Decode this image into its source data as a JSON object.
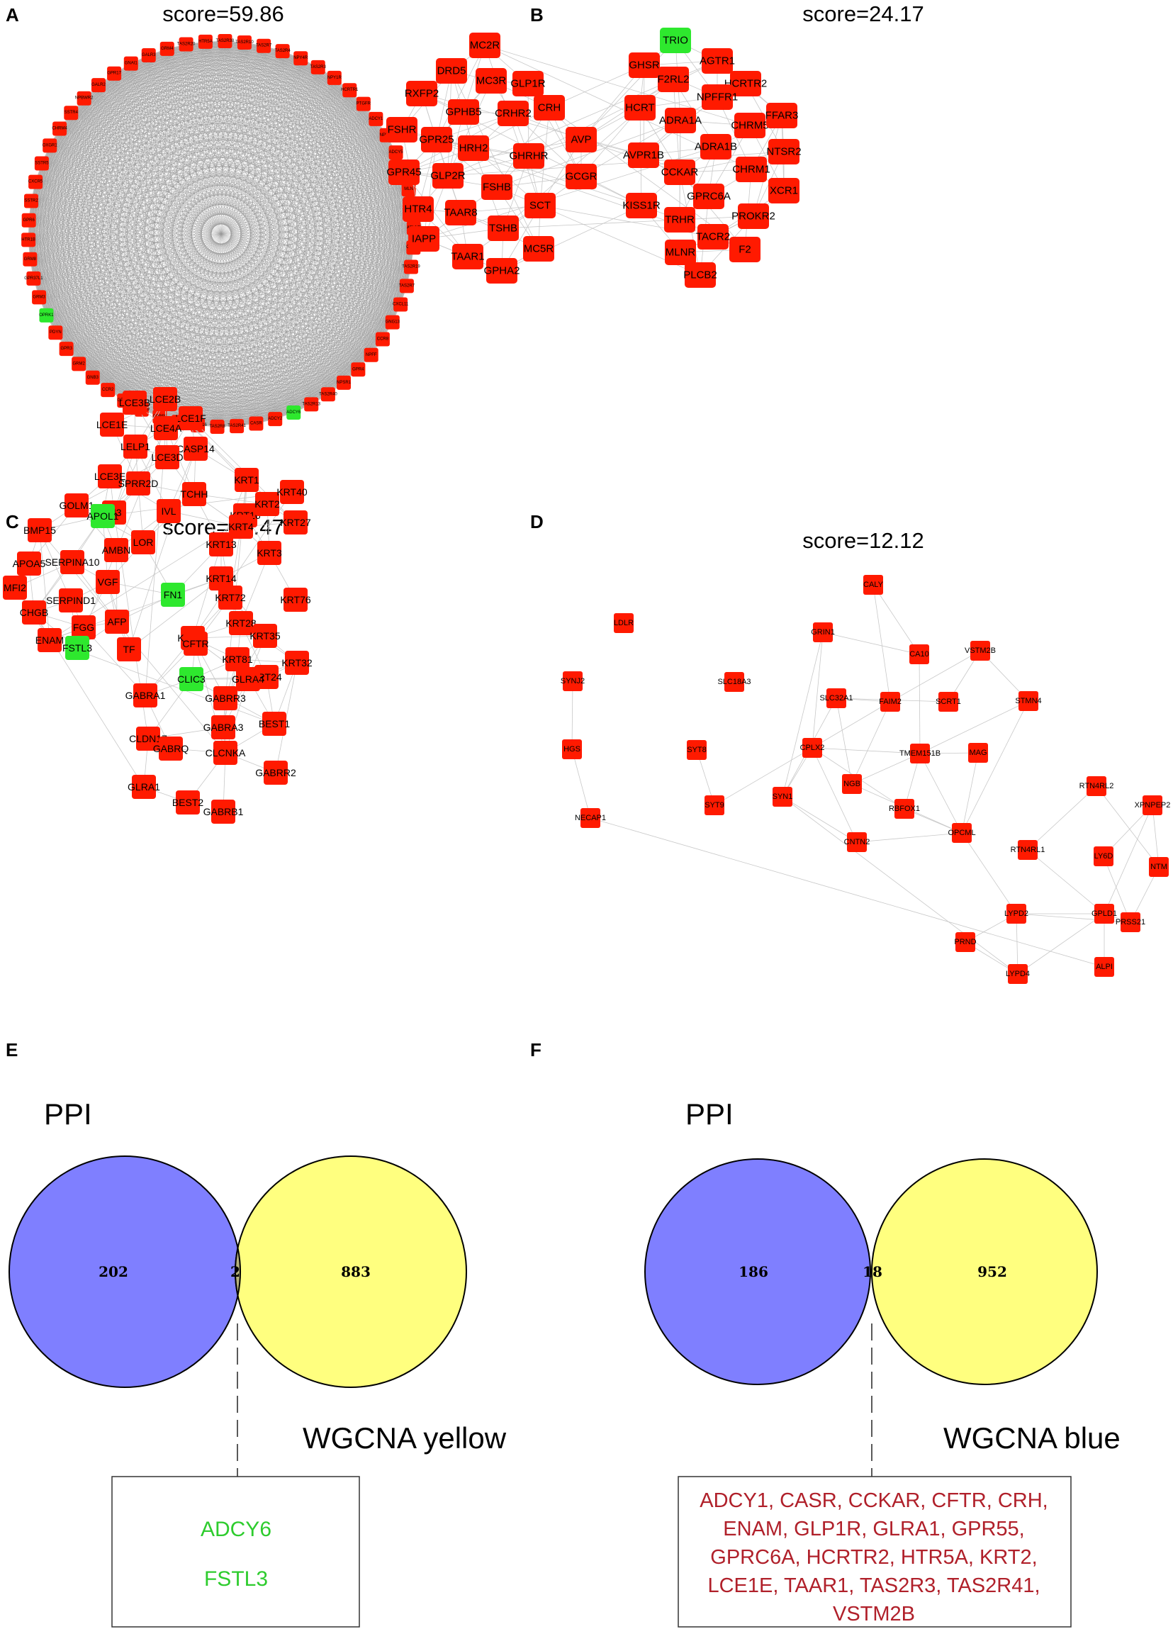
{
  "colors": {
    "red_node": "#ff1a00",
    "green_node": "#2ee82e",
    "edge": "#c8c8c8",
    "venn_blue": "#7f7fff",
    "venn_yellow": "#ffff7f",
    "venn_overlap": "#b5b17a"
  },
  "panelA": {
    "label": "A",
    "score": "score=59.86",
    "nodes": [
      {
        "label": "TAS2R38",
        "color": "red"
      },
      {
        "label": "TAS2R10",
        "color": "red"
      },
      {
        "label": "TAS2R7",
        "color": "red"
      },
      {
        "label": "TAS2R4",
        "color": "red"
      },
      {
        "label": "NPY4R",
        "color": "red"
      },
      {
        "label": "TAS2R3",
        "color": "red"
      },
      {
        "label": "NPY1R",
        "color": "red"
      },
      {
        "label": "HCRTR1",
        "color": "red"
      },
      {
        "label": "PTGFR",
        "color": "red"
      },
      {
        "label": "ADCY1",
        "color": "red"
      },
      {
        "label": "NPY2R",
        "color": "red"
      },
      {
        "label": "ADCY5",
        "color": "red"
      },
      {
        "label": "CXCL12",
        "color": "red"
      },
      {
        "label": "MLN",
        "color": "red"
      },
      {
        "label": "APLN",
        "color": "red"
      },
      {
        "label": "APLNR",
        "color": "red"
      },
      {
        "label": "CXCR7",
        "color": "red"
      },
      {
        "label": "TAS2R19",
        "color": "red"
      },
      {
        "label": "TAS2R7",
        "color": "red"
      },
      {
        "label": "CXCL11",
        "color": "red"
      },
      {
        "label": "GNG13",
        "color": "red"
      },
      {
        "label": "CCR8",
        "color": "red"
      },
      {
        "label": "NPFF",
        "color": "red"
      },
      {
        "label": "GPR4",
        "color": "red"
      },
      {
        "label": "NPSR1",
        "color": "red"
      },
      {
        "label": "TAS2R40",
        "color": "red"
      },
      {
        "label": "TAS2R13",
        "color": "red"
      },
      {
        "label": "ADCY6",
        "color": "green"
      },
      {
        "label": "ADCY2",
        "color": "red"
      },
      {
        "label": "CASR",
        "color": "red"
      },
      {
        "label": "TAS2R41",
        "color": "red"
      },
      {
        "label": "TAS2R8",
        "color": "red"
      },
      {
        "label": "TAS2R16",
        "color": "red"
      },
      {
        "label": "TAS2R5",
        "color": "red"
      },
      {
        "label": "GPR55",
        "color": "red"
      },
      {
        "label": "TAS2R9",
        "color": "red"
      },
      {
        "label": "GPR65",
        "color": "red"
      },
      {
        "label": "CCR2",
        "color": "red"
      },
      {
        "label": "GNB3",
        "color": "red"
      },
      {
        "label": "GRM2",
        "color": "red"
      },
      {
        "label": "GPR3",
        "color": "red"
      },
      {
        "label": "PDYN",
        "color": "red"
      },
      {
        "label": "OPRK1",
        "color": "green"
      },
      {
        "label": "GRM3",
        "color": "red"
      },
      {
        "label": "GPR37L1",
        "color": "red"
      },
      {
        "label": "GRM8",
        "color": "red"
      },
      {
        "label": "HTR1B",
        "color": "red"
      },
      {
        "label": "GPR6",
        "color": "red"
      },
      {
        "label": "SSTR2",
        "color": "red"
      },
      {
        "label": "CXCR5",
        "color": "red"
      },
      {
        "label": "SSTR5",
        "color": "red"
      },
      {
        "label": "OXGR1",
        "color": "red"
      },
      {
        "label": "CHRM4",
        "color": "red"
      },
      {
        "label": "SSTR4",
        "color": "red"
      },
      {
        "label": "NPBWR2",
        "color": "red"
      },
      {
        "label": "GALR2",
        "color": "red"
      },
      {
        "label": "GPR17",
        "color": "red"
      },
      {
        "label": "GNAI1",
        "color": "red"
      },
      {
        "label": "GALR3",
        "color": "red"
      },
      {
        "label": "GRM4",
        "color": "red"
      },
      {
        "label": "TAS2R20",
        "color": "red"
      },
      {
        "label": "HTR5A",
        "color": "red"
      }
    ]
  },
  "panelB": {
    "label": "B",
    "score": "score=24.17",
    "nodes": [
      {
        "label": "MC2R",
        "color": "red"
      },
      {
        "label": "DRD5",
        "color": "red"
      },
      {
        "label": "GLP1R",
        "color": "red"
      },
      {
        "label": "MC3R",
        "color": "red"
      },
      {
        "label": "RXFP2",
        "color": "red"
      },
      {
        "label": "GPHB5",
        "color": "red"
      },
      {
        "label": "CRHR2",
        "color": "red"
      },
      {
        "label": "CRH",
        "color": "red"
      },
      {
        "label": "FSHR",
        "color": "red"
      },
      {
        "label": "GPR25",
        "color": "red"
      },
      {
        "label": "HRH2",
        "color": "red"
      },
      {
        "label": "GHRHR",
        "color": "red"
      },
      {
        "label": "GPR45",
        "color": "red"
      },
      {
        "label": "GLP2R",
        "color": "red"
      },
      {
        "label": "FSHB",
        "color": "red"
      },
      {
        "label": "HTR4",
        "color": "red"
      },
      {
        "label": "TAAR8",
        "color": "red"
      },
      {
        "label": "SCT",
        "color": "red"
      },
      {
        "label": "TSHB",
        "color": "red"
      },
      {
        "label": "IAPP",
        "color": "red"
      },
      {
        "label": "TAAR1",
        "color": "red"
      },
      {
        "label": "MC5R",
        "color": "red"
      },
      {
        "label": "GPHA2",
        "color": "red"
      },
      {
        "label": "AVP",
        "color": "red"
      },
      {
        "label": "GCGR",
        "color": "red"
      },
      {
        "label": "TRIO",
        "color": "green"
      },
      {
        "label": "GHSR",
        "color": "red"
      },
      {
        "label": "AGTR1",
        "color": "red"
      },
      {
        "label": "F2RL2",
        "color": "red"
      },
      {
        "label": "HCRTR2",
        "color": "red"
      },
      {
        "label": "NPFFR1",
        "color": "red"
      },
      {
        "label": "HCRT",
        "color": "red"
      },
      {
        "label": "ADRA1A",
        "color": "red"
      },
      {
        "label": "CHRM5",
        "color": "red"
      },
      {
        "label": "FFAR3",
        "color": "red"
      },
      {
        "label": "ADRA1B",
        "color": "red"
      },
      {
        "label": "AVPR1B",
        "color": "red"
      },
      {
        "label": "NTSR2",
        "color": "red"
      },
      {
        "label": "CCKAR",
        "color": "red"
      },
      {
        "label": "CHRM1",
        "color": "red"
      },
      {
        "label": "GPRC6A",
        "color": "red"
      },
      {
        "label": "XCR1",
        "color": "red"
      },
      {
        "label": "KISS1R",
        "color": "red"
      },
      {
        "label": "TRHR",
        "color": "red"
      },
      {
        "label": "PROKR2",
        "color": "red"
      },
      {
        "label": "TACR2",
        "color": "red"
      },
      {
        "label": "MLNR",
        "color": "red"
      },
      {
        "label": "F2",
        "color": "red"
      },
      {
        "label": "PLCB2",
        "color": "red"
      }
    ]
  },
  "panelC": {
    "label": "C",
    "score": "score=15.47",
    "nodes": [
      {
        "label": "LCE3B",
        "color": "red"
      },
      {
        "label": "LCE2B",
        "color": "red"
      },
      {
        "label": "LCE1F",
        "color": "red"
      },
      {
        "label": "LCE1E",
        "color": "red"
      },
      {
        "label": "LCE4A",
        "color": "red"
      },
      {
        "label": "LELP1",
        "color": "red"
      },
      {
        "label": "CASP14",
        "color": "red"
      },
      {
        "label": "LCE3E",
        "color": "red"
      },
      {
        "label": "LCE3D",
        "color": "red"
      },
      {
        "label": "SPRR2D",
        "color": "red"
      },
      {
        "label": "TCHH",
        "color": "red"
      },
      {
        "label": "PI3",
        "color": "red"
      },
      {
        "label": "IVL",
        "color": "red"
      },
      {
        "label": "LOR",
        "color": "red"
      },
      {
        "label": "KRT1",
        "color": "red"
      },
      {
        "label": "KRT16",
        "color": "red"
      },
      {
        "label": "KRT2",
        "color": "red"
      },
      {
        "label": "KRT40",
        "color": "red"
      },
      {
        "label": "KRT4",
        "color": "red"
      },
      {
        "label": "KRT13",
        "color": "red"
      },
      {
        "label": "KRT27",
        "color": "red"
      },
      {
        "label": "KRT3",
        "color": "red"
      },
      {
        "label": "KRT14",
        "color": "red"
      },
      {
        "label": "KRT72",
        "color": "red"
      },
      {
        "label": "KRT28",
        "color": "red"
      },
      {
        "label": "KRT76",
        "color": "red"
      },
      {
        "label": "KRT35",
        "color": "red"
      },
      {
        "label": "KRT81",
        "color": "red"
      },
      {
        "label": "KRT32",
        "color": "red"
      },
      {
        "label": "KRT18",
        "color": "red"
      },
      {
        "label": "KRT24",
        "color": "red"
      },
      {
        "label": "GOLM1",
        "color": "red"
      },
      {
        "label": "APOL1",
        "color": "green"
      },
      {
        "label": "BMP15",
        "color": "red"
      },
      {
        "label": "AMBN",
        "color": "red"
      },
      {
        "label": "APOA5",
        "color": "red"
      },
      {
        "label": "SERPINA10",
        "color": "red"
      },
      {
        "label": "VGF",
        "color": "red"
      },
      {
        "label": "FN1",
        "color": "green"
      },
      {
        "label": "MFI2",
        "color": "red"
      },
      {
        "label": "SERPIND1",
        "color": "red"
      },
      {
        "label": "CHGB",
        "color": "red"
      },
      {
        "label": "AFP",
        "color": "red"
      },
      {
        "label": "CFTR",
        "color": "red"
      },
      {
        "label": "FGG",
        "color": "red"
      },
      {
        "label": "ENAM",
        "color": "red"
      },
      {
        "label": "FSTL3",
        "color": "green"
      },
      {
        "label": "TF",
        "color": "red"
      },
      {
        "label": "CLIC3",
        "color": "green"
      },
      {
        "label": "GABRA1",
        "color": "red"
      },
      {
        "label": "GABRR3",
        "color": "red"
      },
      {
        "label": "GLRA4",
        "color": "red"
      },
      {
        "label": "GABRA3",
        "color": "red"
      },
      {
        "label": "BEST1",
        "color": "red"
      },
      {
        "label": "CLDN17",
        "color": "red"
      },
      {
        "label": "GABRQ",
        "color": "red"
      },
      {
        "label": "CLCNKA",
        "color": "red"
      },
      {
        "label": "GABRR2",
        "color": "red"
      },
      {
        "label": "GLRA1",
        "color": "red"
      },
      {
        "label": "BEST2",
        "color": "red"
      },
      {
        "label": "GABRB1",
        "color": "red"
      }
    ]
  },
  "panelD": {
    "label": "D",
    "score": "score=12.12",
    "nodes": [
      {
        "label": "CALY",
        "color": "red"
      },
      {
        "label": "LDLR",
        "color": "red"
      },
      {
        "label": "GRIN1",
        "color": "red"
      },
      {
        "label": "CA10",
        "color": "red"
      },
      {
        "label": "VSTM2B",
        "color": "red"
      },
      {
        "label": "SYNJ2",
        "color": "red"
      },
      {
        "label": "SLC18A3",
        "color": "red"
      },
      {
        "label": "SLC32A1",
        "color": "red"
      },
      {
        "label": "FAIM2",
        "color": "red"
      },
      {
        "label": "SCRT1",
        "color": "red"
      },
      {
        "label": "STMN4",
        "color": "red"
      },
      {
        "label": "HGS",
        "color": "red"
      },
      {
        "label": "SYT8",
        "color": "red"
      },
      {
        "label": "CPLX2",
        "color": "red"
      },
      {
        "label": "TMEM151B",
        "color": "red"
      },
      {
        "label": "MAG",
        "color": "red"
      },
      {
        "label": "NECAP1",
        "color": "red"
      },
      {
        "label": "SYT9",
        "color": "red"
      },
      {
        "label": "SYN1",
        "color": "red"
      },
      {
        "label": "NGB",
        "color": "red"
      },
      {
        "label": "RBFOX1",
        "color": "red"
      },
      {
        "label": "CNTN2",
        "color": "red"
      },
      {
        "label": "OPCML",
        "color": "red"
      },
      {
        "label": "RTN4RL2",
        "color": "red"
      },
      {
        "label": "XPNPEP2",
        "color": "red"
      },
      {
        "label": "RTN4RL1",
        "color": "red"
      },
      {
        "label": "LY6D",
        "color": "red"
      },
      {
        "label": "NTM",
        "color": "red"
      },
      {
        "label": "LYPD2",
        "color": "red"
      },
      {
        "label": "GPLD1",
        "color": "red"
      },
      {
        "label": "PRSS21",
        "color": "red"
      },
      {
        "label": "PRND",
        "color": "red"
      },
      {
        "label": "LYPD4",
        "color": "red"
      },
      {
        "label": "ALPI",
        "color": "red"
      }
    ]
  },
  "panelE": {
    "label": "E",
    "left_set": "PPI",
    "right_set": "WGCNA yellow",
    "left_only": "202",
    "overlap": "2",
    "right_only": "883",
    "overlap_genes": [
      "ADCY6",
      "FSTL3"
    ]
  },
  "panelF": {
    "label": "F",
    "left_set": "PPI",
    "right_set": "WGCNA blue",
    "left_only": "186",
    "overlap": "18",
    "right_only": "952",
    "overlap_gene_lines": [
      "ADCY1, CASR, CCKAR, CFTR, CRH,",
      "ENAM, GLP1R, GLRA1, GPR55,",
      "GPRC6A, HCRTR2, HTR5A, KRT2,",
      "LCE1E, TAAR1, TAS2R3, TAS2R41,",
      "VSTM2B"
    ]
  }
}
